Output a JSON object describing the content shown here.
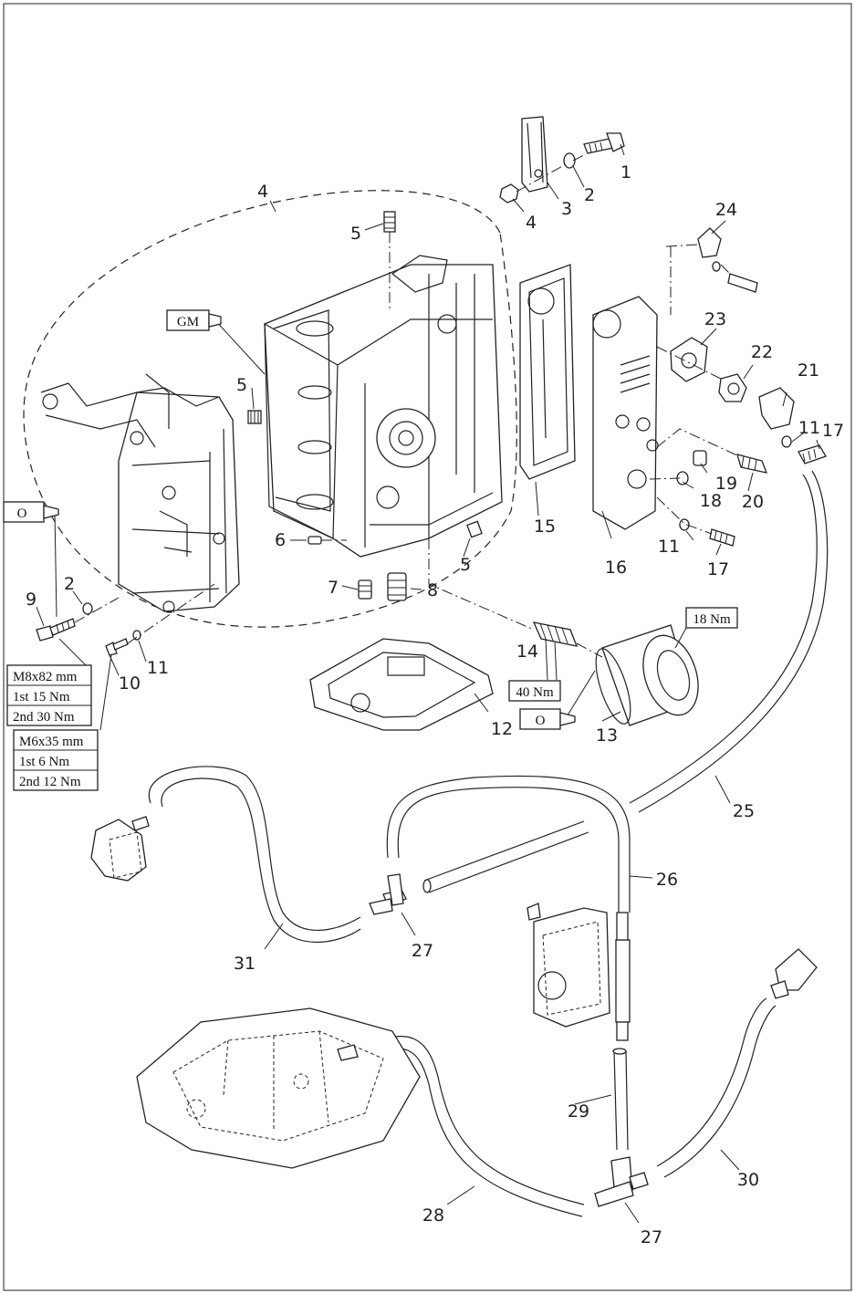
{
  "callouts": {
    "c1": "1",
    "c2a": "2",
    "c3": "3",
    "c4a": "4",
    "c4b": "4",
    "c5a": "5",
    "c5b": "5",
    "c5c": "5",
    "c6": "6",
    "c7": "7",
    "c8": "8",
    "c9": "9",
    "c2b": "2",
    "c10": "10",
    "c11a": "11",
    "c11b": "11",
    "c11c": "11",
    "c12": "12",
    "c13": "13",
    "c14": "14",
    "c15": "15",
    "c16": "16",
    "c17a": "17",
    "c17b": "17",
    "c18": "18",
    "c19": "19",
    "c20": "20",
    "c21": "21",
    "c22": "22",
    "c23": "23",
    "c24": "24",
    "c25": "25",
    "c26": "26",
    "c27a": "27",
    "c27b": "27",
    "c28": "28",
    "c29": "29",
    "c30": "30",
    "c31": "31"
  },
  "tags": {
    "gm": "GM",
    "oil_left": "O",
    "oil_filter": "O",
    "filter_torque": "18 Nm",
    "stud_torque": "40 Nm"
  },
  "spec_bolt9": [
    "M8x82 mm",
    "1st 15 Nm",
    "2nd 30 Nm"
  ],
  "spec_bolt10": [
    "M6x35 mm",
    "1st  6 Nm",
    "2nd 12 Nm"
  ]
}
